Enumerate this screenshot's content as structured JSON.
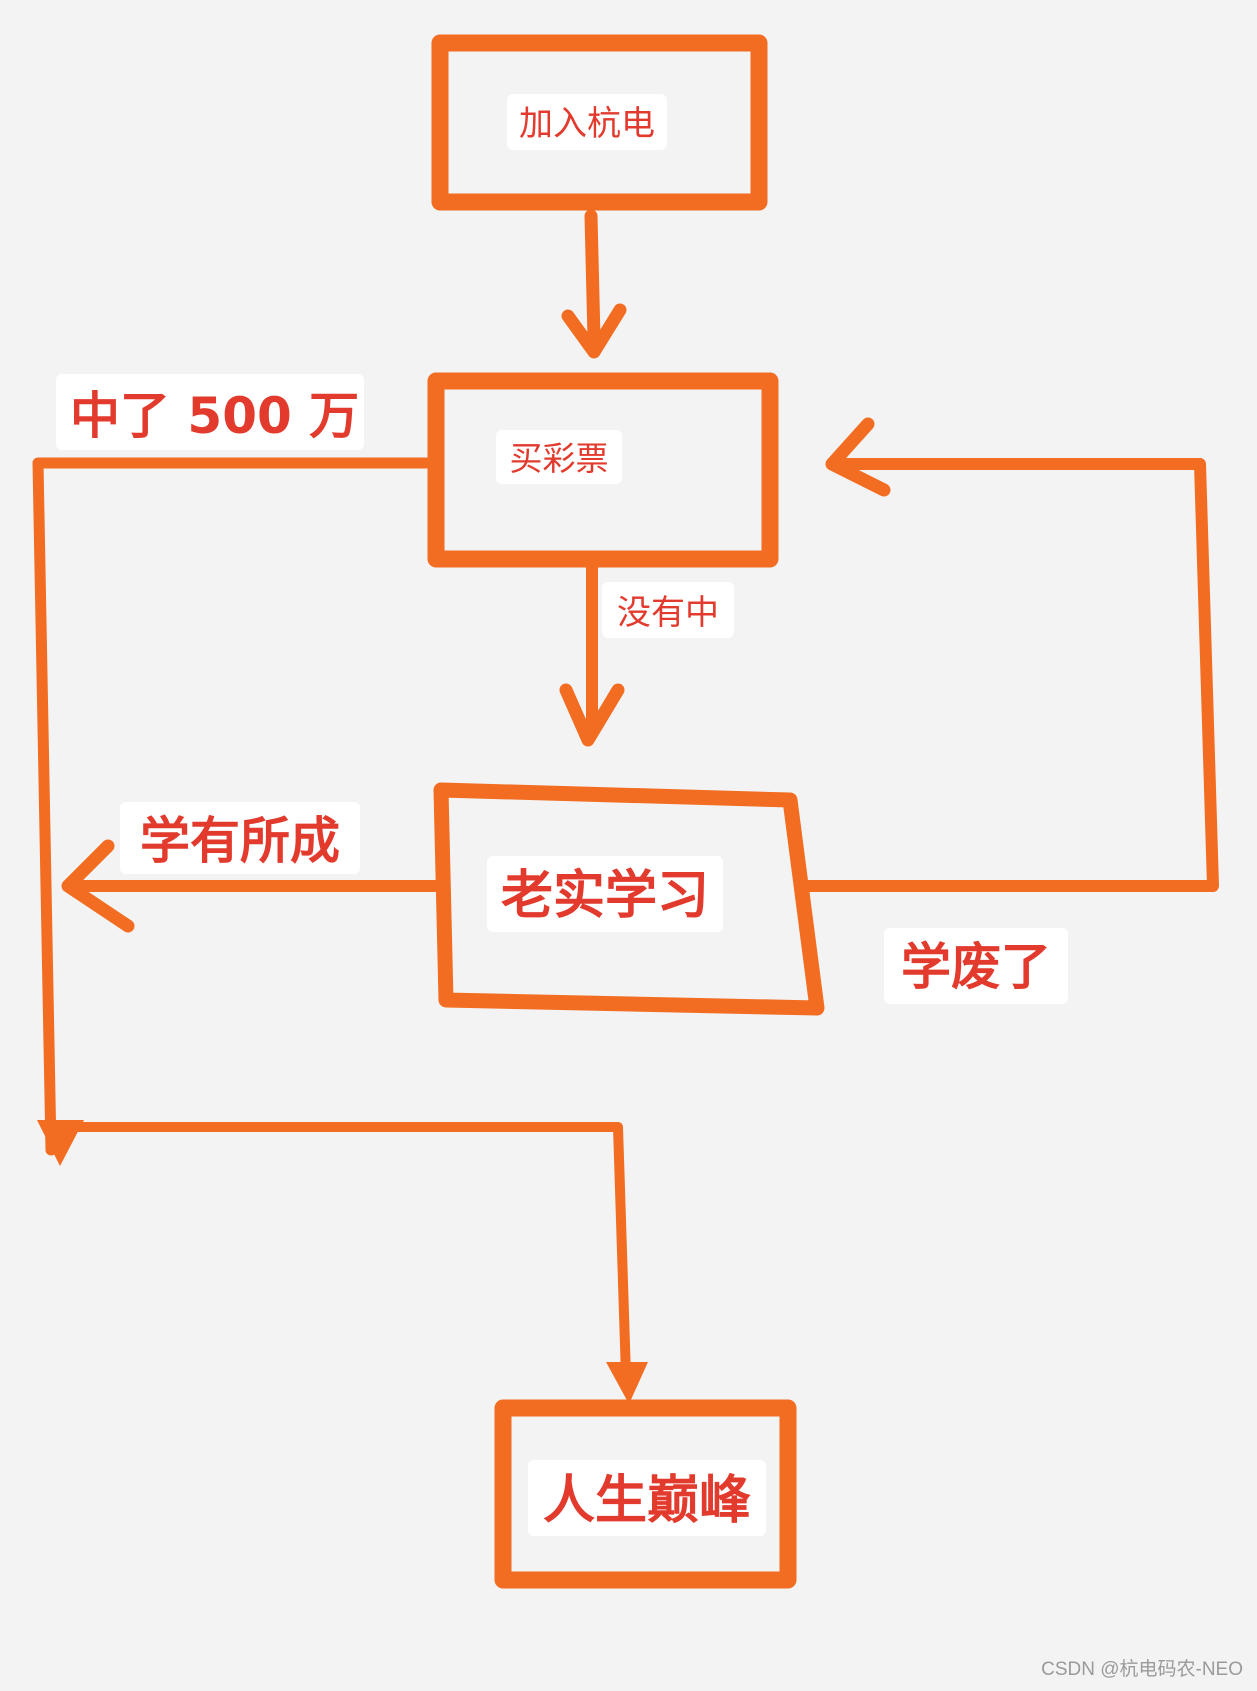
{
  "nodes": {
    "join": "加入杭电",
    "lottery": "买彩票",
    "study": "老实学习",
    "peak": "人生巅峰"
  },
  "edges": {
    "win": "中了 500 万",
    "no_win": "没有中",
    "learned": "学有所成",
    "gave_up": "学废了"
  },
  "watermark": "CSDN @杭电码农-NEO",
  "colors": {
    "stroke": "#f26d21",
    "text": "#e23b2e",
    "background": "#f3f3f3"
  }
}
